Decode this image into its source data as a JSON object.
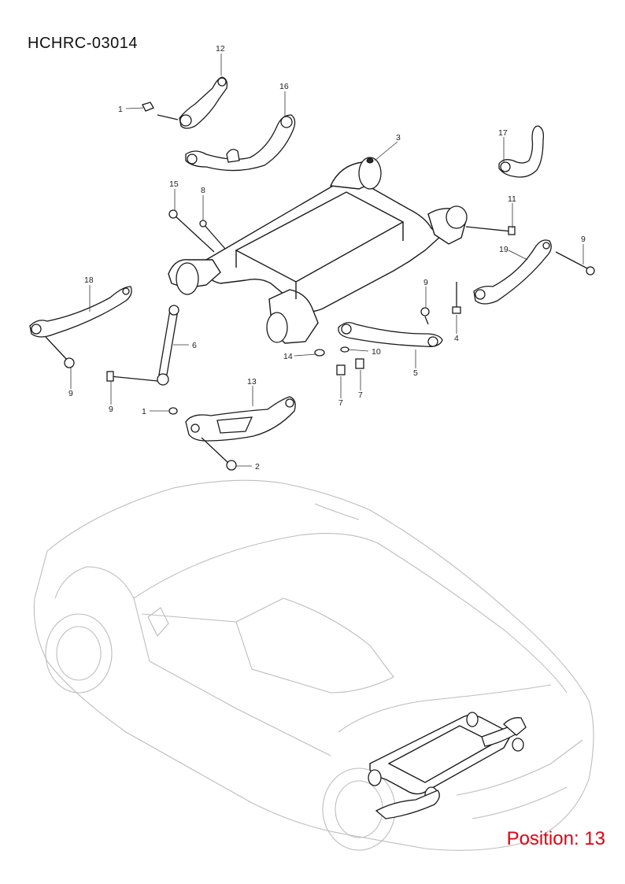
{
  "diagram": {
    "code": "HCHRC-03014",
    "position_label": "Position: 13",
    "accent_color": "#e3000f"
  },
  "callouts": [
    {
      "id": "c1a",
      "label": "1"
    },
    {
      "id": "c12",
      "label": "12"
    },
    {
      "id": "c16",
      "label": "16"
    },
    {
      "id": "c3",
      "label": "3"
    },
    {
      "id": "c17",
      "label": "17"
    },
    {
      "id": "c15",
      "label": "15"
    },
    {
      "id": "c8",
      "label": "8"
    },
    {
      "id": "c11",
      "label": "11"
    },
    {
      "id": "c9a",
      "label": "9"
    },
    {
      "id": "c19",
      "label": "19"
    },
    {
      "id": "c18",
      "label": "18"
    },
    {
      "id": "c9b",
      "label": "9"
    },
    {
      "id": "c4",
      "label": "4"
    },
    {
      "id": "c6",
      "label": "6"
    },
    {
      "id": "c14",
      "label": "14"
    },
    {
      "id": "c10",
      "label": "10"
    },
    {
      "id": "c5",
      "label": "5"
    },
    {
      "id": "c9c",
      "label": "9"
    },
    {
      "id": "c9d",
      "label": "9"
    },
    {
      "id": "c7a",
      "label": "7"
    },
    {
      "id": "c7b",
      "label": "7"
    },
    {
      "id": "c13",
      "label": "13"
    },
    {
      "id": "c1b",
      "label": "1"
    },
    {
      "id": "c2",
      "label": "2"
    }
  ]
}
